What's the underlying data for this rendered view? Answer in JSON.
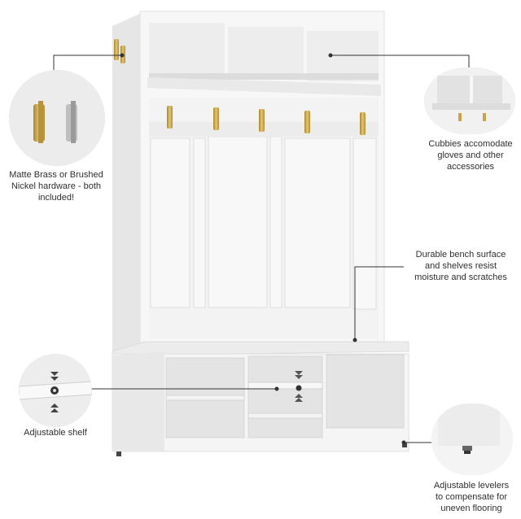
{
  "captions": {
    "hardware": [
      "Matte Brass or Brushed",
      "Nickel hardware - both",
      "included!"
    ],
    "cubbies": [
      "Cubbies accomodate",
      "gloves and other",
      "accessories"
    ],
    "bench": [
      "Durable bench surface",
      "and shelves resist",
      "moisture and scratches"
    ],
    "shelf": [
      "Adjustable shelf"
    ],
    "levelers": [
      "Adjustable levelers",
      "to compensate for",
      "uneven flooring"
    ]
  },
  "colors": {
    "cabinet": "#f4f4f4",
    "shadow": "#d9d9d9",
    "brass": "#c9a24a",
    "line": "#333333"
  }
}
